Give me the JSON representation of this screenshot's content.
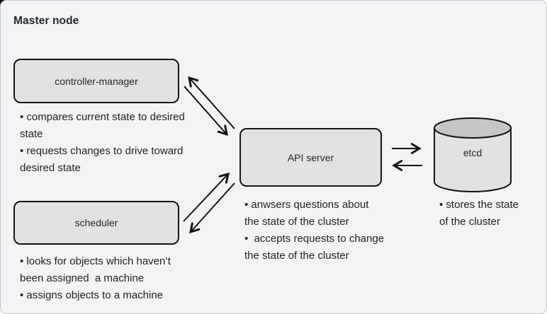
{
  "title": "Master node",
  "colors": {
    "panel_background": "#f2f3f5",
    "panel_border": "#c3c8cf",
    "box_fill": "#e2e2e2",
    "box_border": "#141414",
    "cylinder_top_fill": "#c6c6c6",
    "cylinder_body_fill": "#e2e2e2",
    "arrow_stroke": "#141414",
    "text_color": "#1f1f1f"
  },
  "nodes": {
    "controller_manager": {
      "label": "controller-manager",
      "note_lines": [
        "• compares current state to desired",
        "state",
        "• requests changes to drive toward",
        "desired state"
      ]
    },
    "scheduler": {
      "label": "scheduler",
      "note_lines": [
        "• looks for objects which haven’t",
        "been assigned  a machine",
        "• assigns objects to a machine"
      ]
    },
    "api_server": {
      "label": "API server",
      "note_lines": [
        "• anwsers questions about",
        "the state of the cluster",
        "•  accepts requests to change",
        "the state of the cluster"
      ]
    },
    "etcd": {
      "label": "etcd",
      "note_lines": [
        "• stores the state",
        "of the cluster"
      ]
    }
  }
}
